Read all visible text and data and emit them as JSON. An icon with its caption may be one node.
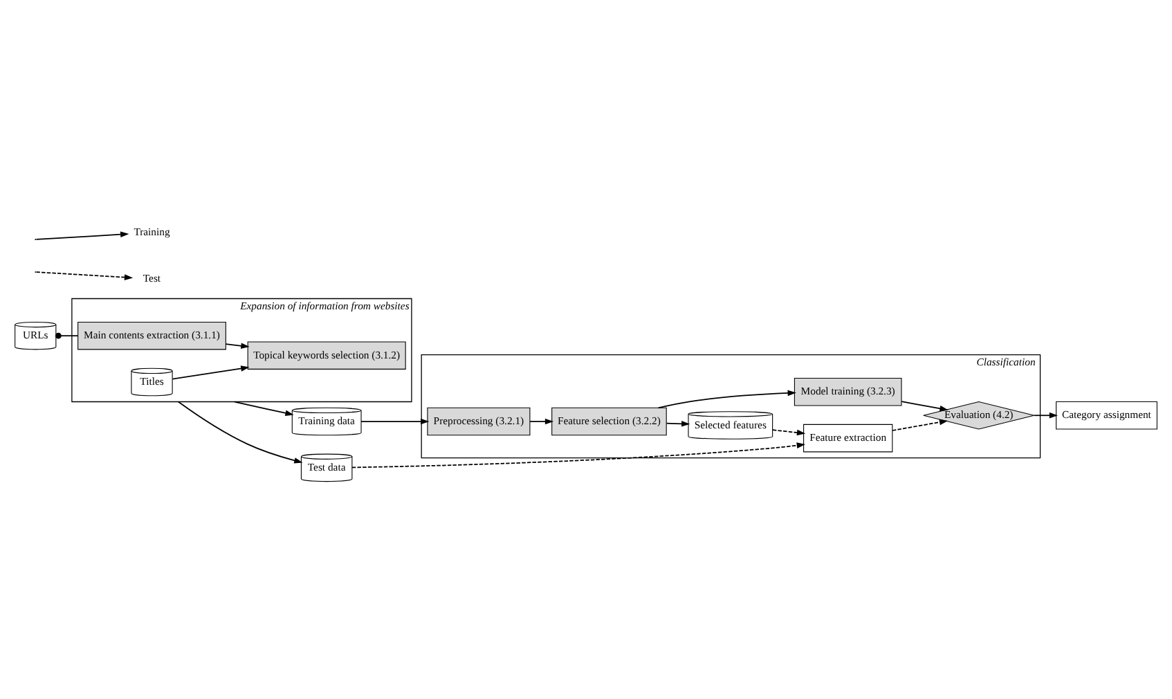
{
  "diagram": {
    "nodes": [
      {
        "text": [
          "Expansion of information from websites"
        ]
      },
      {
        "text": [
          "URLs"
        ]
      },
      {
        "text": [
          "Titles"
        ],
        "in": 0
      },
      {
        "text": [
          "Main contents extraction (3.1.1)"
        ],
        "in": 0
      },
      {
        "text": [
          "Topical keywords selection (3.1.2)"
        ],
        "in": 0
      },
      {
        "text": [
          "Classification"
        ]
      },
      {
        "text": [
          "Training data"
        ]
      },
      {
        "text": [
          "Preprocessing (3.2.1)"
        ],
        "in": 5
      },
      {
        "text": [
          "Feature selection (3.2.2)"
        ],
        "in": 5
      },
      {
        "text": [
          "Model training (3.2.3)"
        ],
        "in": 5
      },
      {
        "text": [
          "Selected features"
        ],
        "in": 5
      },
      {
        "text": [
          "Test data"
        ]
      },
      {
        "text": [
          "Feature extraction"
        ],
        "in": 5
      },
      {
        "text": [
          "Evaluation (4.2)"
        ],
        "in": 5
      },
      {
        "text": [
          "Category assignment"
        ]
      }
    ],
    "edges": [
      {
        "from": 1,
        "to": 3,
        "arrow": "other"
      },
      {
        "from": 3,
        "to": 4,
        "arrow": "to"
      },
      {
        "from": 2,
        "to": 4,
        "arrow": "to"
      },
      {
        "from": 0,
        "to": 6,
        "arrow": "to"
      },
      {
        "from": 0,
        "to": 11,
        "arrow": "to"
      },
      {
        "from": 6,
        "to": 7,
        "arrow": "to"
      },
      {
        "from": 7,
        "to": 8,
        "arrow": "to"
      },
      {
        "from": 8,
        "to": 9,
        "arrow": "to"
      },
      {
        "from": 8,
        "to": 10,
        "arrow": "to"
      },
      {
        "from": 10,
        "to": 12,
        "arrow": "to",
        "style": "dashed"
      },
      {
        "from": 11,
        "to": 12,
        "arrow": "to",
        "style": "dashed"
      },
      {
        "from": 12,
        "to": 13,
        "arrow": "to",
        "style": "dashed"
      },
      {
        "from": 9,
        "to": 13,
        "arrow": "to"
      },
      {
        "from": 13,
        "to": 14,
        "arrow": "to"
      }
    ],
    "legend": [
      {
        "text": "Training"
      },
      {
        "text": "Test"
      }
    ]
  }
}
